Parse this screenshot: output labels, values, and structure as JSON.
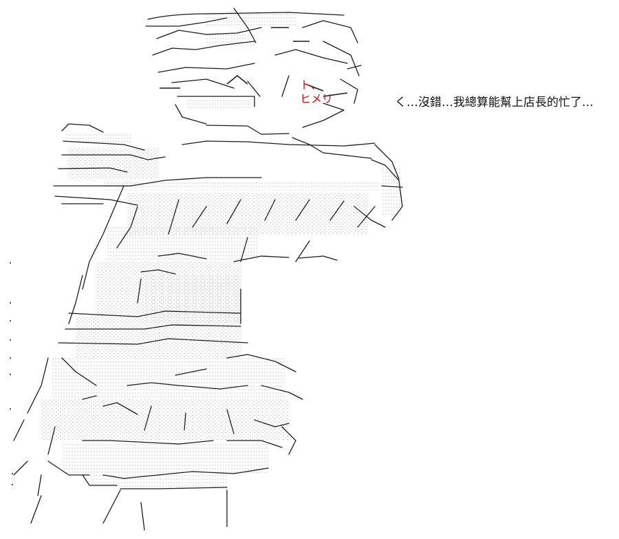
{
  "speech": {
    "text": "く…沒錯…我總算能幫上店長的忙了…"
  },
  "blush": {
    "line1": "ト、",
    "line2": "ヒメリ"
  },
  "colors": {
    "line": "#1a1a1a",
    "blush": "#d01010",
    "background": "#ffffff"
  },
  "icons": {
    "figure": "ascii-art-figure-icon"
  }
}
